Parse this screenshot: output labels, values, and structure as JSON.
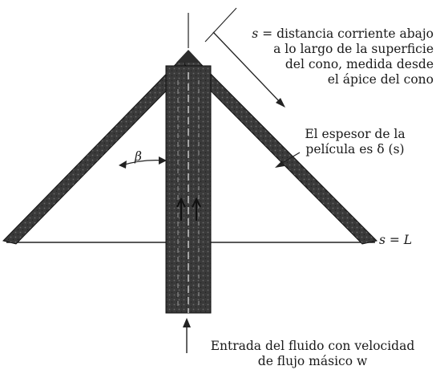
{
  "labels": {
    "s_definition": {
      "symbol": "s",
      "lines": [
        " = distancia corriente abajo",
        "a lo largo de la superficie",
        "del cono, medida desde",
        "el ápice del cono"
      ]
    },
    "film_thickness": {
      "lines": [
        "El espesor de la",
        "película es δ (s)"
      ]
    },
    "angle": "β",
    "s_equals_L": "s = L",
    "fluid_inlet": {
      "lines": [
        "Entrada del fluido con velocidad",
        "de flujo másico w"
      ]
    }
  }
}
